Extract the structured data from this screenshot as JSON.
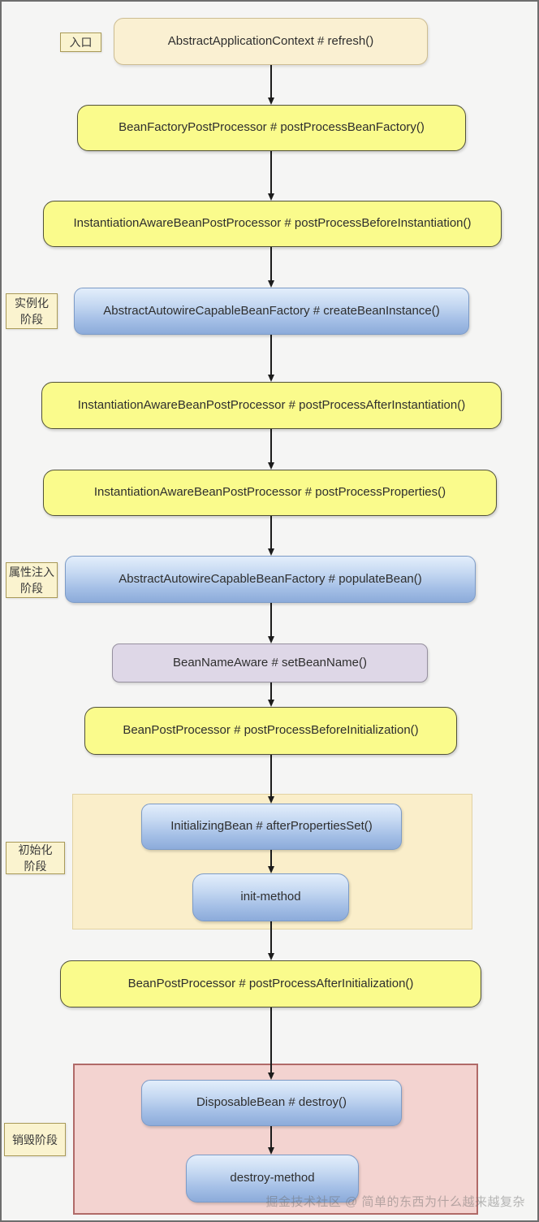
{
  "diagram": {
    "title_semantic": "Spring Bean lifecycle flowchart",
    "watermark": "掘金技术社区 @ 简单的东西为什么越来越复杂"
  },
  "stage_labels": {
    "entry": {
      "text": "入口"
    },
    "instantiation": {
      "line1": "实例化",
      "line2": "阶段"
    },
    "property_injection": {
      "line1": "属性注入",
      "line2": "阶段"
    },
    "initialization": {
      "line1": "初始化",
      "line2": "阶段"
    },
    "destruction": {
      "text": "销毁阶段"
    }
  },
  "flow_nodes": {
    "refresh": {
      "label": "AbstractApplicationContext # refresh()"
    },
    "post_process_bean_factory": {
      "label": "BeanFactoryPostProcessor # postProcessBeanFactory()"
    },
    "before_instantiation": {
      "label": "InstantiationAwareBeanPostProcessor # postProcessBeforeInstantiation()"
    },
    "create_bean_instance": {
      "label": "AbstractAutowireCapableBeanFactory # createBeanInstance()"
    },
    "after_instantiation": {
      "label": "InstantiationAwareBeanPostProcessor # postProcessAfterInstantiation()"
    },
    "post_process_properties": {
      "label": "InstantiationAwareBeanPostProcessor # postProcessProperties()"
    },
    "populate_bean": {
      "label": "AbstractAutowireCapableBeanFactory # populateBean()"
    },
    "set_bean_name": {
      "label": "BeanNameAware # setBeanName()"
    },
    "before_initialization": {
      "label": "BeanPostProcessor # postProcessBeforeInitialization()"
    },
    "after_properties_set": {
      "label": "InitializingBean # afterPropertiesSet()"
    },
    "init_method": {
      "label": "init-method"
    },
    "after_initialization": {
      "label": "BeanPostProcessor # postProcessAfterInitialization()"
    },
    "destroy": {
      "label": "DisposableBean # destroy()"
    },
    "destroy_method": {
      "label": "destroy-method"
    }
  },
  "colors": {
    "background": "#f5f5f4",
    "frame_border": "#6e6e6e",
    "entry_node_fill": "#faf0d2",
    "yellow_node_fill": "#fafb8c",
    "yellow_node_border": "#52523a",
    "blue_node_top": "#e3eefb",
    "blue_node_bottom": "#8cabda",
    "blue_node_border": "#7c9bc7",
    "purple_node_fill": "#ded7e7",
    "init_group_fill": "#faeeca",
    "destroy_group_fill": "#f3d3d0",
    "destroy_group_border": "#b06a68",
    "stage_label_fill": "#faf3cf",
    "stage_label_border": "#a99a58",
    "arrow_color": "#1c1c1c",
    "text_color": "#2e2e2e"
  }
}
